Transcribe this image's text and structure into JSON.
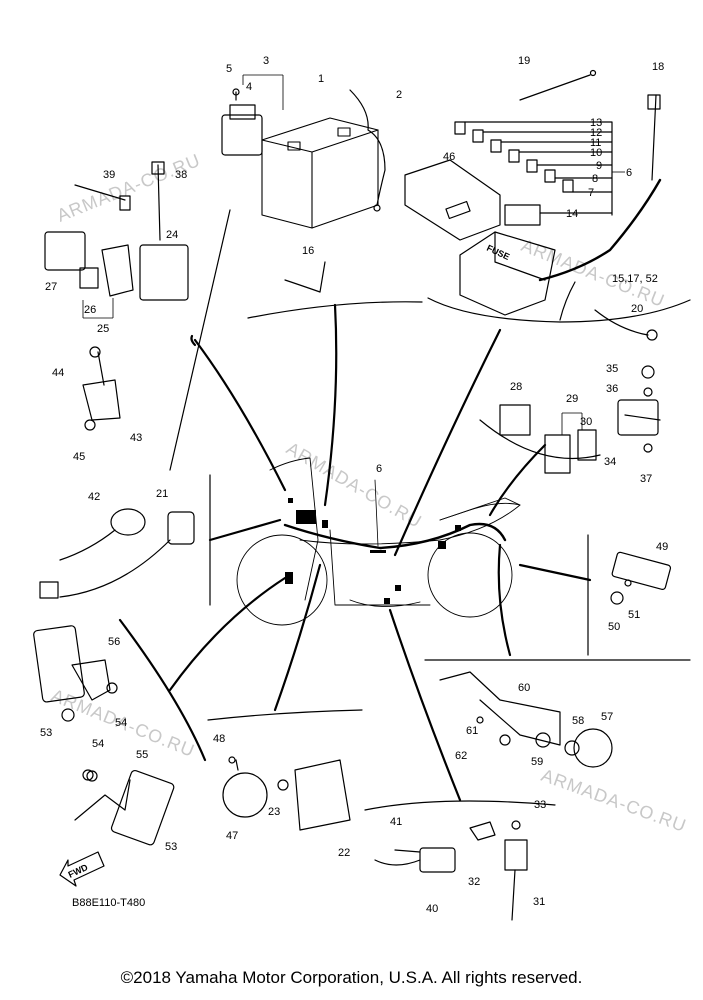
{
  "diagram": {
    "code": "B88E110-T480",
    "fwd_label": "FWD",
    "fuse_label": "FUSE",
    "watermark": "ARMADA-CO.RU",
    "copyright": "©2018 Yamaha Motor Corporation, U.S.A. All rights reserved."
  },
  "callouts": [
    {
      "id": "c1",
      "text": "1"
    },
    {
      "id": "c2",
      "text": "2"
    },
    {
      "id": "c3",
      "text": "3"
    },
    {
      "id": "c4",
      "text": "4"
    },
    {
      "id": "c5",
      "text": "5"
    },
    {
      "id": "c6a",
      "text": "6"
    },
    {
      "id": "c6b",
      "text": "6"
    },
    {
      "id": "c7",
      "text": "7"
    },
    {
      "id": "c8",
      "text": "8"
    },
    {
      "id": "c9",
      "text": "9"
    },
    {
      "id": "c10",
      "text": "10"
    },
    {
      "id": "c11",
      "text": "11"
    },
    {
      "id": "c12",
      "text": "12"
    },
    {
      "id": "c13",
      "text": "13"
    },
    {
      "id": "c14",
      "text": "14"
    },
    {
      "id": "c15",
      "text": "15,17, 52"
    },
    {
      "id": "c16",
      "text": "16"
    },
    {
      "id": "c18",
      "text": "18"
    },
    {
      "id": "c19",
      "text": "19"
    },
    {
      "id": "c20",
      "text": "20"
    },
    {
      "id": "c21",
      "text": "21"
    },
    {
      "id": "c22",
      "text": "22"
    },
    {
      "id": "c23",
      "text": "23"
    },
    {
      "id": "c24",
      "text": "24"
    },
    {
      "id": "c25",
      "text": "25"
    },
    {
      "id": "c26",
      "text": "26"
    },
    {
      "id": "c27",
      "text": "27"
    },
    {
      "id": "c28",
      "text": "28"
    },
    {
      "id": "c29",
      "text": "29"
    },
    {
      "id": "c30",
      "text": "30"
    },
    {
      "id": "c31",
      "text": "31"
    },
    {
      "id": "c32",
      "text": "32"
    },
    {
      "id": "c33",
      "text": "33"
    },
    {
      "id": "c34",
      "text": "34"
    },
    {
      "id": "c35",
      "text": "35"
    },
    {
      "id": "c36",
      "text": "36"
    },
    {
      "id": "c37",
      "text": "37"
    },
    {
      "id": "c38",
      "text": "38"
    },
    {
      "id": "c39",
      "text": "39"
    },
    {
      "id": "c40",
      "text": "40"
    },
    {
      "id": "c41",
      "text": "41"
    },
    {
      "id": "c42",
      "text": "42"
    },
    {
      "id": "c43",
      "text": "43"
    },
    {
      "id": "c44",
      "text": "44"
    },
    {
      "id": "c45",
      "text": "45"
    },
    {
      "id": "c46",
      "text": "46"
    },
    {
      "id": "c47",
      "text": "47"
    },
    {
      "id": "c48",
      "text": "48"
    },
    {
      "id": "c49",
      "text": "49"
    },
    {
      "id": "c50",
      "text": "50"
    },
    {
      "id": "c51",
      "text": "51"
    },
    {
      "id": "c53a",
      "text": "53"
    },
    {
      "id": "c53b",
      "text": "53"
    },
    {
      "id": "c54a",
      "text": "54"
    },
    {
      "id": "c54b",
      "text": "54"
    },
    {
      "id": "c55",
      "text": "55"
    },
    {
      "id": "c56",
      "text": "56"
    },
    {
      "id": "c57",
      "text": "57"
    },
    {
      "id": "c58",
      "text": "58"
    },
    {
      "id": "c59",
      "text": "59"
    },
    {
      "id": "c60",
      "text": "60"
    },
    {
      "id": "c61",
      "text": "61"
    },
    {
      "id": "c62",
      "text": "62"
    }
  ]
}
